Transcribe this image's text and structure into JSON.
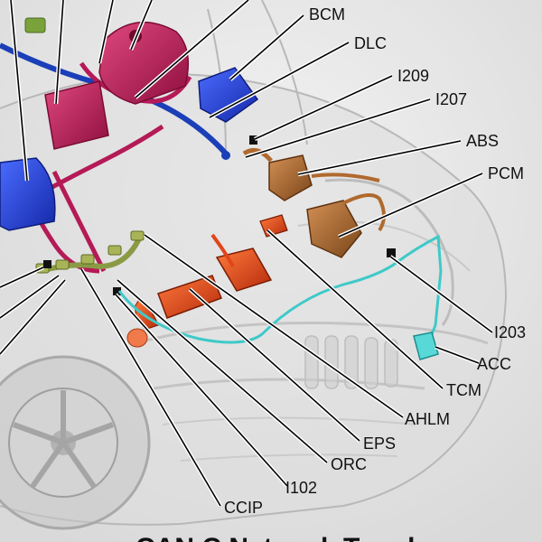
{
  "labels": {
    "bcm": "BCM",
    "dlc": "DLC",
    "i209": "I209",
    "i207": "I207",
    "abs": "ABS",
    "pcm": "PCM",
    "i203": "I203",
    "acc": "ACC",
    "tcm": "TCM",
    "ahlm": "AHLM",
    "eps": "EPS",
    "orc": "ORC",
    "i102": "I102",
    "ccip": "CCIP"
  },
  "caption": "CAN C Network Topology",
  "colors": {
    "magenta_modules": "#c2185b",
    "blue_modules": "#1f3fd6",
    "bronze_modules": "#b06a2e",
    "orange_modules": "#e1461b",
    "green_modules": "#7f8f3a",
    "network_wire": "#3fc9c9",
    "blue_wire": "#1b3fb8"
  }
}
